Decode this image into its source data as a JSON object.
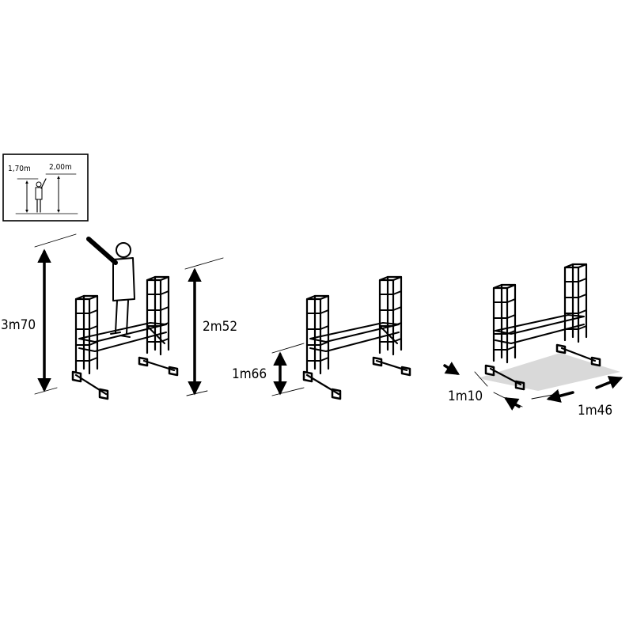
{
  "inset": {
    "person_height_label": "1,70m",
    "reach_height_label": "2,00m"
  },
  "figure_1": {
    "max_reach_label": "3m70",
    "platform_top_label": "2m52"
  },
  "figure_2": {
    "platform_height_label": "1m66"
  },
  "figure_3": {
    "depth_label": "1m10",
    "length_label": "1m46"
  }
}
